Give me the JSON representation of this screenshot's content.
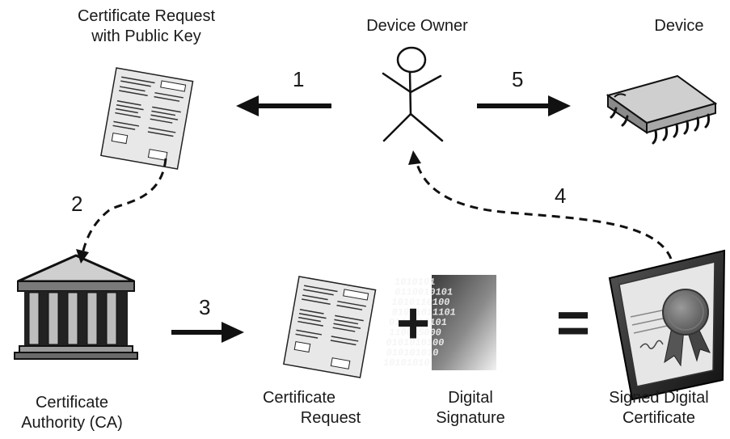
{
  "labels": {
    "cert_request_public_key": [
      "Certificate Request",
      "with Public Key"
    ],
    "device_owner": "Device Owner",
    "device": "Device",
    "certificate_authority": [
      "Certificate",
      "Authority (CA)"
    ],
    "certificate_request": [
      "Certificate",
      "Request"
    ],
    "digital_signature": [
      "Digital",
      "Signature"
    ],
    "signed_digital_certificate": [
      "Signed Digital",
      "Certificate"
    ]
  },
  "steps": {
    "step1": "1",
    "step2": "2",
    "step3": "3",
    "step4": "4",
    "step5": "5"
  },
  "operators": {
    "plus": "+",
    "equals": "="
  },
  "binary_text": [
    "1010101",
    "0110010101",
    "1010110100",
    "01011011101",
    "0101010101",
    "11000S000",
    "0101010100",
    "010101010",
    "10101010"
  ]
}
